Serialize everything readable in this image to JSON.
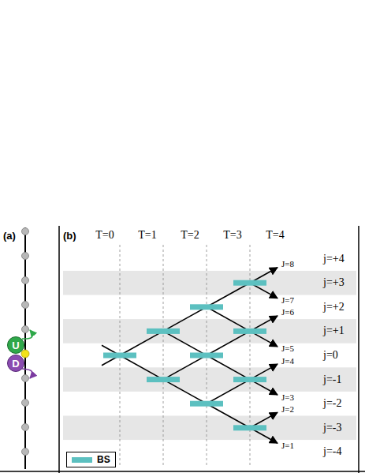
{
  "diagram": {
    "nodes": [
      {
        "text": [
          "U"
        ]
      },
      {
        "text": [
          "D"
        ]
      }
    ],
    "labels": [
      "(a)",
      "(b)",
      "T=0",
      "T=1",
      "T=2",
      "T=3",
      "T=4",
      "j=+4",
      "j=+3",
      "j=+2",
      "j=+1",
      "j=0",
      "j=-1",
      "j=-2",
      "j=-3",
      "j=-4",
      "J=8",
      "J=7",
      "J=6",
      "J=5",
      "J=4",
      "J=3",
      "J=2",
      "J=1"
    ],
    "legend": [
      {
        "text": "BS",
        "color": "#5cc0c0"
      }
    ]
  }
}
